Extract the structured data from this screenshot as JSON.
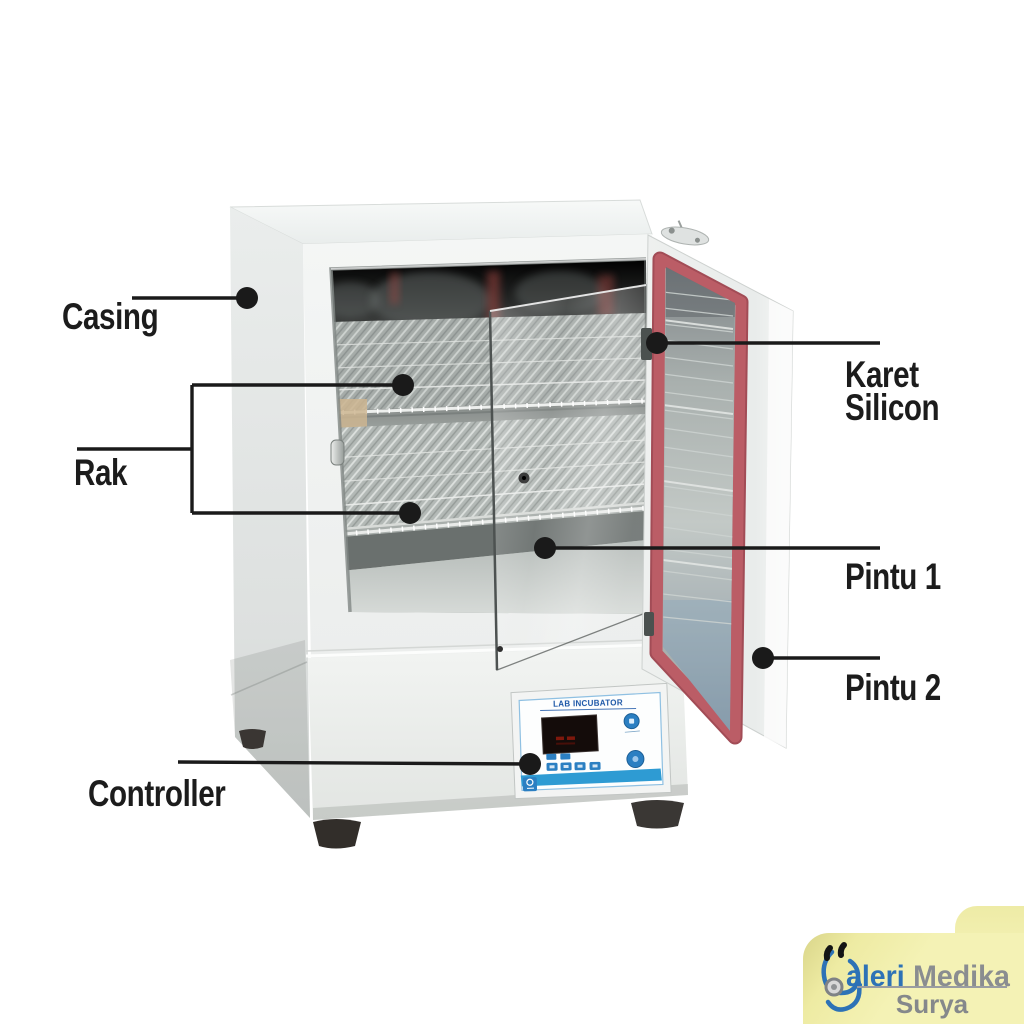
{
  "labels": {
    "casing": "Casing",
    "rak": "Rak",
    "karet_line1": "Karet",
    "karet_line2": "Silicon",
    "pintu1": "Pintu 1",
    "pintu2": "Pintu 2",
    "controller": "Controller"
  },
  "controller_panel": {
    "title": "LAB INCUBATOR"
  },
  "logo": {
    "brand_blue": "aleri",
    "brand_gray": "Medika",
    "subtitle": "Surya",
    "icon": "stethoscope-icon"
  },
  "colors": {
    "label_text": "#1c1c1c",
    "leader_line": "#1a1a1a",
    "gasket_red": "#b85a63",
    "door_white": "#f0f2f1",
    "casing_white": "#f1f3f2",
    "button_blue": "#2b7fc2",
    "stripe_blue": "#2e9bd3",
    "logo_blue": "#2d72b6",
    "logo_gray": "#8a8d90",
    "logo_bg_yellow": "#f4f2b5"
  }
}
